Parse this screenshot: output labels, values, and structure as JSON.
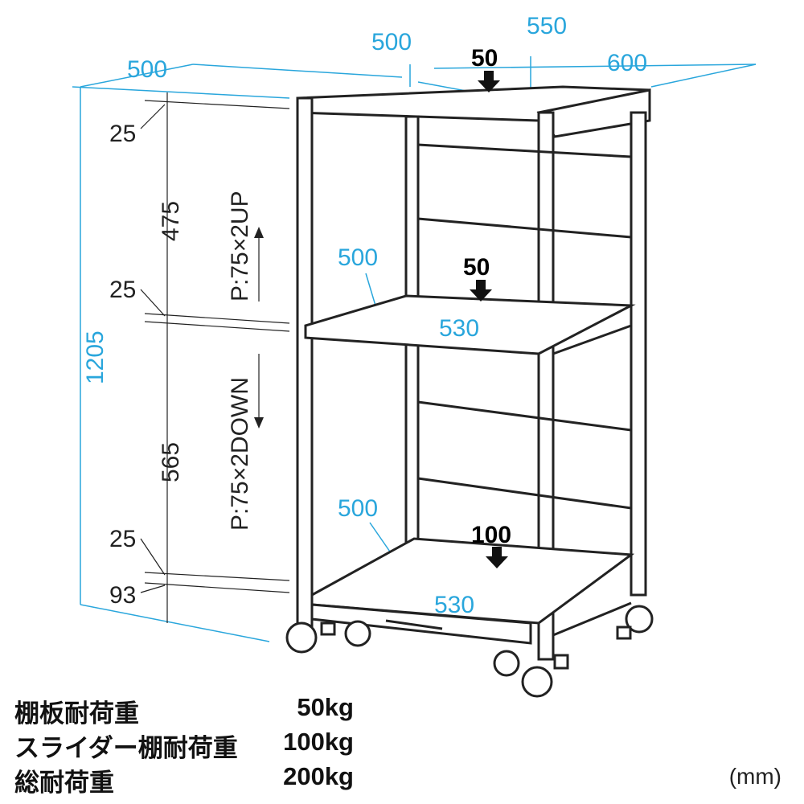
{
  "dimensions": {
    "top_left_depth": "500",
    "top_inner_width": "500",
    "top_mid_width": "550",
    "top_outer_width": "600",
    "top_load": "50",
    "gap_top": "25",
    "upper_height": "475",
    "gap_mid": "25",
    "pitch_up": "P:75×2UP",
    "total_height": "1205",
    "pitch_down": "P:75×2DOWN",
    "lower_height": "565",
    "gap_low": "25",
    "base_height": "93",
    "mid_shelf_depth": "500",
    "mid_shelf_load": "50",
    "mid_shelf_width": "530",
    "slider_depth": "500",
    "slider_load": "100",
    "slider_width": "530"
  },
  "specs": [
    {
      "label": "棚板耐荷重",
      "value": "50kg"
    },
    {
      "label": "スライダー棚耐荷重",
      "value": "100kg"
    },
    {
      "label": "総耐荷重",
      "value": "200kg"
    }
  ],
  "unit": "(mm)",
  "colors": {
    "dimension": "#29a6dc",
    "frame": "#222222"
  }
}
